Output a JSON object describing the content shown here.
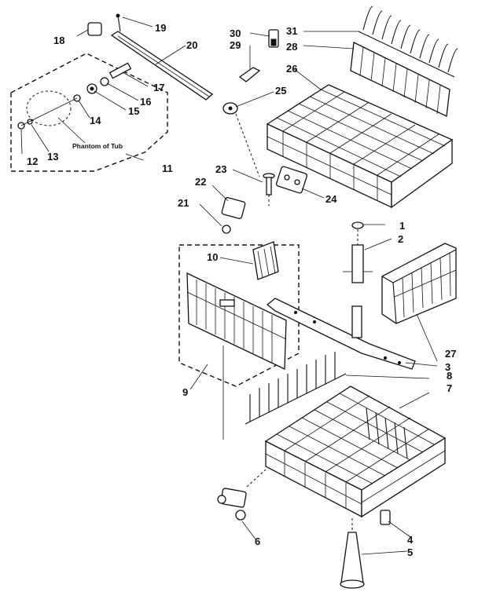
{
  "diagram": {
    "caption": "Phantom of Tub",
    "labels": [
      "1",
      "2",
      "3",
      "4",
      "5",
      "6",
      "7",
      "8",
      "9",
      "10",
      "11",
      "12",
      "13",
      "14",
      "15",
      "16",
      "17",
      "18",
      "19",
      "20",
      "21",
      "22",
      "23",
      "24",
      "25",
      "26",
      "27",
      "28",
      "29",
      "30",
      "31"
    ]
  }
}
